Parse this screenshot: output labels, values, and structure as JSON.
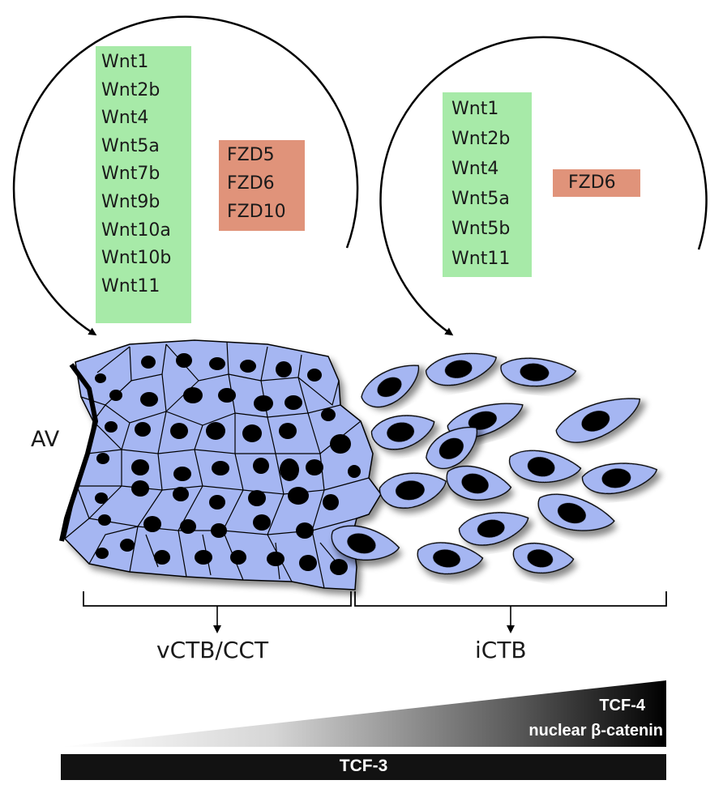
{
  "left_panel": {
    "wnt_list": [
      "Wnt1",
      "Wnt2b",
      "Wnt4",
      "Wnt5a",
      "Wnt7b",
      "Wnt9b",
      "Wnt10a",
      "Wnt10b",
      "Wnt11"
    ],
    "fzd_list": [
      "FZD5",
      "FZD6",
      "FZD10"
    ]
  },
  "right_panel": {
    "wnt_list": [
      "Wnt1",
      "Wnt2b",
      "Wnt4",
      "Wnt5a",
      "Wnt5b",
      "Wnt11"
    ],
    "fzd_list": [
      "FZD6"
    ]
  },
  "labels": {
    "av": "AV",
    "left_group": "vCTB/CCT",
    "right_group": "iCTB"
  },
  "gradient": {
    "line1": "TCF-4",
    "line2": "nuclear β-catenin"
  },
  "bar": {
    "label": "TCF-3"
  },
  "colors": {
    "wnt_box": "#a7eaa8",
    "fzd_box": "#e0937a",
    "cell_fill": "#a5b6f2",
    "nucleus": "#000000"
  }
}
